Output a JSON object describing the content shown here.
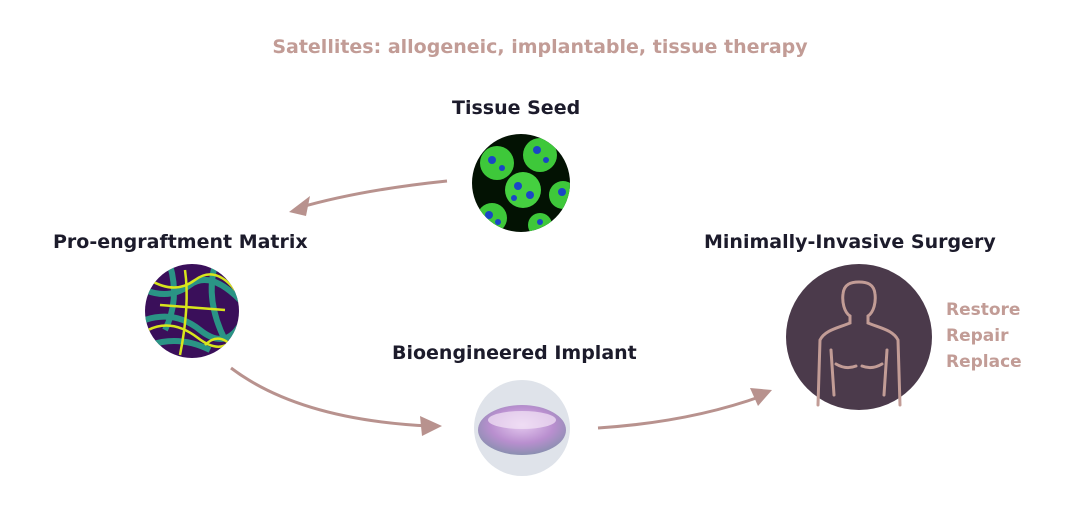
{
  "title": "Satellites: allogeneic, implantable, tissue therapy",
  "nodes": {
    "seed": "Tissue Seed",
    "matrix": "Pro-engraftment Matrix",
    "implant": "Bioengineered Implant",
    "surgery": "Minimally-Invasive Surgery"
  },
  "outcomes": [
    "Restore",
    "Repair",
    "Replace"
  ],
  "colors": {
    "accent": "#c29c96",
    "text": "#1c1b2b",
    "arrow": "#b8928e",
    "body_circle": "#4b3a4b"
  }
}
